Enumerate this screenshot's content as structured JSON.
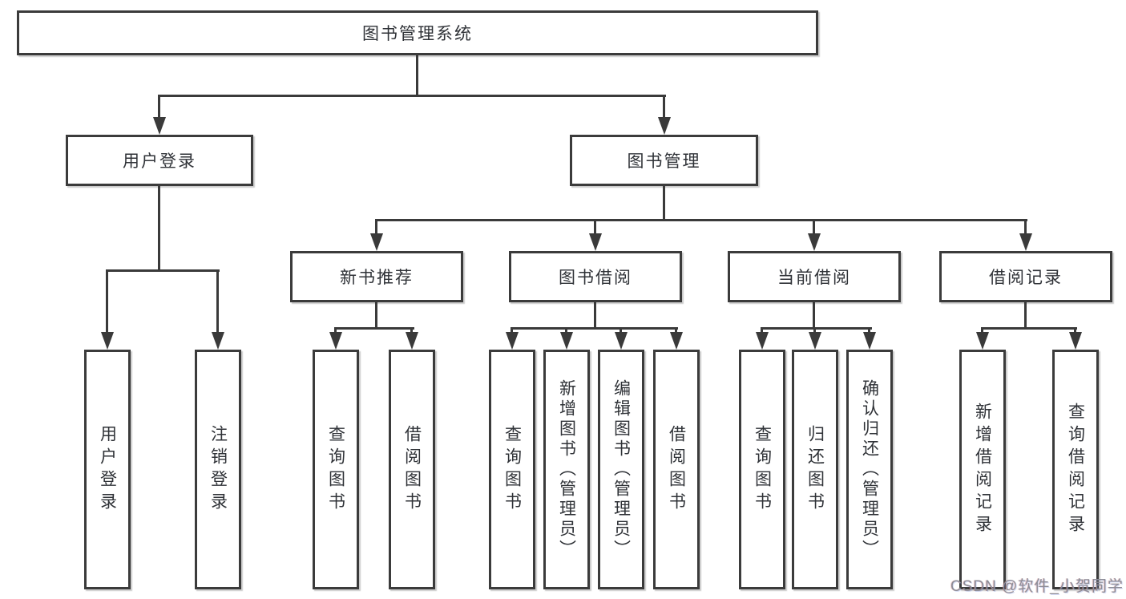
{
  "diagram": {
    "root": "图书管理系统",
    "level2": [
      "用户登录",
      "图书管理"
    ],
    "level3": [
      "新书推荐",
      "图书借阅",
      "当前借阅",
      "借阅记录"
    ],
    "leaves": {
      "user_login": [
        "用户登录",
        "注销登录"
      ],
      "new_book": [
        "查询图书",
        "借阅图书"
      ],
      "book_borrow": [
        "查询图书",
        "新增图书（管理员）",
        "编辑图书（管理员）",
        "借阅图书"
      ],
      "current_borrow": [
        "查询图书",
        "归还图书",
        "确认归还（管理员）"
      ],
      "borrow_record": [
        "新增借阅记录",
        "查询借阅记录"
      ]
    }
  },
  "watermark": "CSDN @软件_小贺同学",
  "colors": {
    "background": "#ffffff",
    "line": "#3a3a3a",
    "box_border": "#3b3b3b",
    "text": "#2f3237",
    "watermark_text": "#8d8d97"
  }
}
